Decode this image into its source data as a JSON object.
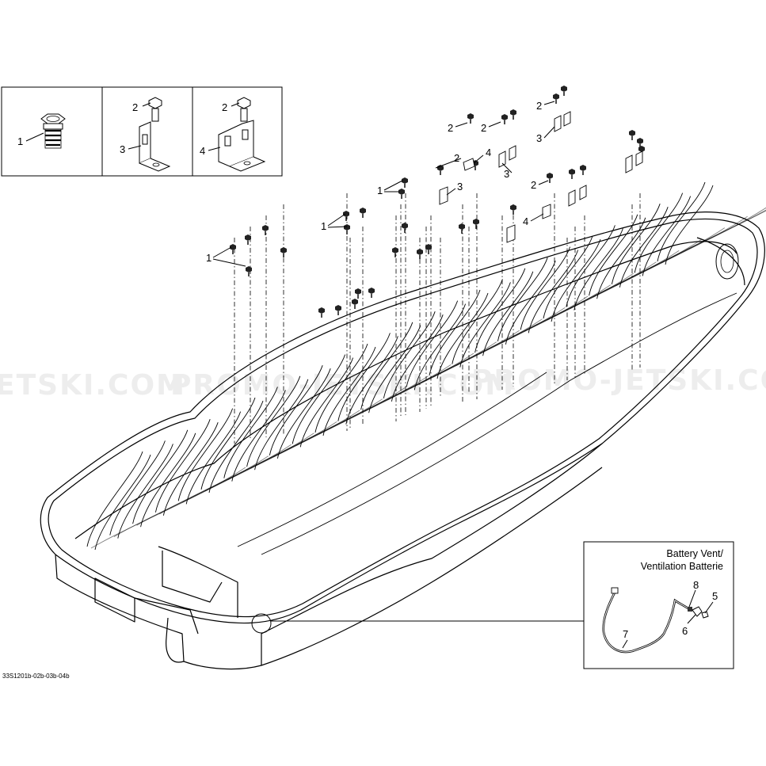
{
  "watermark": {
    "text_left": "ETSKI.COM",
    "text_mid": "PROMO-JETSKI.COM",
    "text_right": "PROMO-JETSKI.COM"
  },
  "inset_top": {
    "panel1": {
      "callout_1": "1"
    },
    "panel2": {
      "callout_2": "2",
      "callout_3": "3"
    },
    "panel3": {
      "callout_2": "2",
      "callout_4": "4"
    }
  },
  "callouts": {
    "c1_a": "1",
    "c1_b": "1",
    "c1_c": "1",
    "c2_a": "2",
    "c2_b": "2",
    "c2_c": "2",
    "c2_d": "2",
    "c2_e": "2",
    "c3_a": "3",
    "c3_b": "3",
    "c3_c": "3",
    "c4_a": "4",
    "c4_b": "4"
  },
  "battery_vent": {
    "title_line1": "Battery Vent/",
    "title_line2": "Ventilation Batterie",
    "callout_5": "5",
    "callout_6": "6",
    "callout_7": "7",
    "callout_8": "8"
  },
  "drawing_code": "33S1201b-02b-03b-04b"
}
